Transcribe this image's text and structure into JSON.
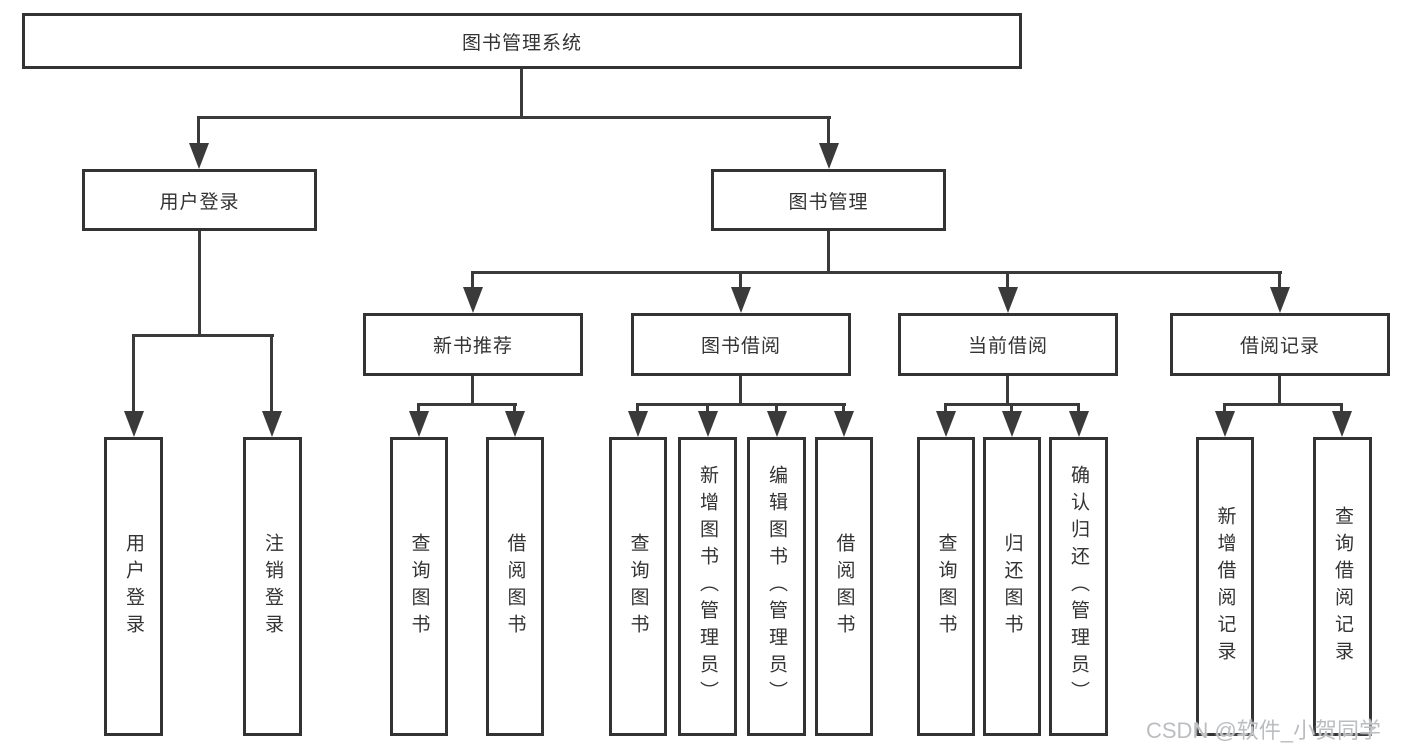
{
  "diagram": {
    "title": "图书管理系统",
    "watermark": "CSDN @软件_小贺同学",
    "colors": {
      "background": "#ffffff",
      "line": "#3a3a3a",
      "box_border": "#333333",
      "box_fill": "#ffffff",
      "text": "#333333",
      "watermark": "#b7babe"
    },
    "tree": {
      "label": "图书管理系统",
      "children": [
        {
          "label": "用户登录",
          "children": [
            {
              "label": "用户登录"
            },
            {
              "label": "注销登录"
            }
          ]
        },
        {
          "label": "图书管理",
          "children": [
            {
              "label": "新书推荐",
              "children": [
                {
                  "label": "查询图书"
                },
                {
                  "label": "借阅图书"
                }
              ]
            },
            {
              "label": "图书借阅",
              "children": [
                {
                  "label": "查询图书"
                },
                {
                  "label": "新增图书（管理员）"
                },
                {
                  "label": "编辑图书（管理员）"
                },
                {
                  "label": "借阅图书"
                }
              ]
            },
            {
              "label": "当前借阅",
              "children": [
                {
                  "label": "查询图书"
                },
                {
                  "label": "归还图书"
                },
                {
                  "label": "确认归还（管理员）"
                }
              ]
            },
            {
              "label": "借阅记录",
              "children": [
                {
                  "label": "新增借阅记录"
                },
                {
                  "label": "查询借阅记录"
                }
              ]
            }
          ]
        }
      ]
    }
  }
}
